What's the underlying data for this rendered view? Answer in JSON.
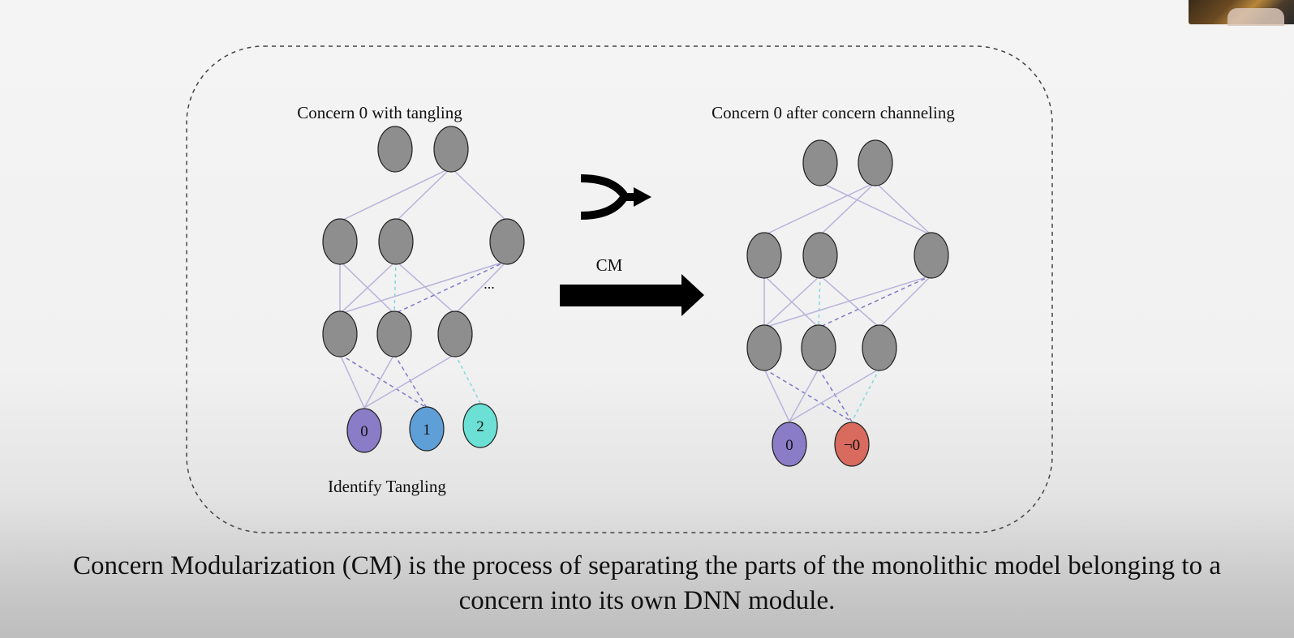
{
  "slide": {
    "left_panel": {
      "title": "Concern 0 with tangling",
      "ellipsis": "...",
      "output_labels": [
        "0",
        "1",
        "2"
      ],
      "footer": "Identify Tangling"
    },
    "middle": {
      "arrow_label": "CM"
    },
    "right_panel": {
      "title": "Concern 0 after concern channeling",
      "output_labels": [
        "0",
        "¬0"
      ]
    },
    "caption": {
      "line1": "Concern Modularization (CM) is the process of separating the parts of the monolithic model belonging to a",
      "line2": "concern into its own DNN module."
    }
  },
  "colors": {
    "hidden_node": "#8e8e8e",
    "output_0": "#8a7cc6",
    "output_1": "#5f9fd8",
    "output_2": "#6ce0d4",
    "output_not0": "#d86a5e",
    "solid_edge": "#b7b3dc",
    "dashed_purple_edge": "#7f79c8",
    "dashed_cyan_edge": "#7fd9d8"
  }
}
